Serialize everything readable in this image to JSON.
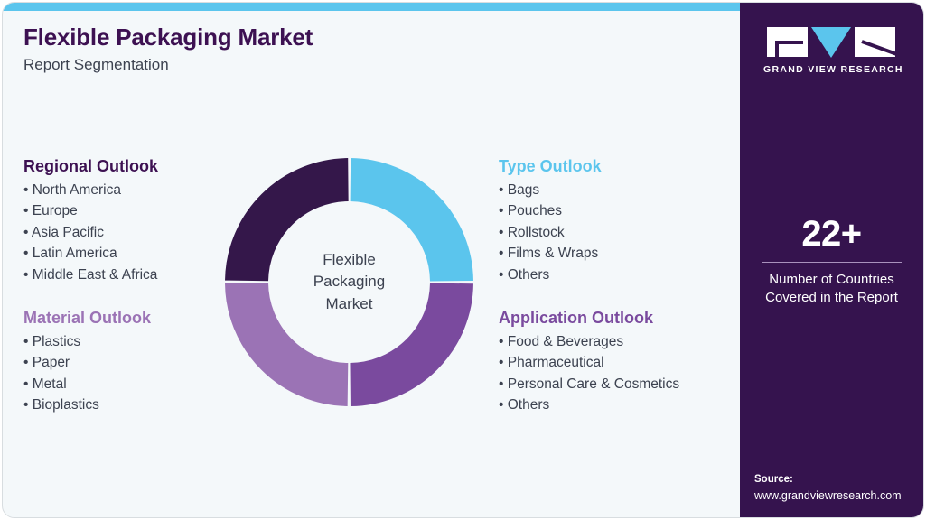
{
  "header": {
    "title": "Flexible Packaging Market",
    "subtitle": "Report Segmentation"
  },
  "brand": {
    "logo_text": "GRAND VIEW RESEARCH",
    "logo_letters": [
      "G",
      "V",
      "R"
    ]
  },
  "stat": {
    "value": "22+",
    "label_line1": "Number of Countries",
    "label_line2": "Covered in the Report"
  },
  "source": {
    "title": "Source:",
    "url": "www.grandviewresearch.com"
  },
  "donut": {
    "center_line1": "Flexible",
    "center_line2": "Packaging",
    "center_line3": "Market"
  },
  "outlooks": [
    {
      "id": "regional",
      "heading": "Regional Outlook",
      "color": "#3d1152",
      "items": [
        "North America",
        "Europe",
        "Asia Pacific",
        "Latin America",
        "Middle East & Africa"
      ]
    },
    {
      "id": "material",
      "heading": "Material Outlook",
      "color": "#9b73b5",
      "items": [
        "Plastics",
        "Paper",
        "Metal",
        "Bioplastics"
      ]
    },
    {
      "id": "type",
      "heading": "Type Outlook",
      "color": "#5bc5ed",
      "items": [
        "Bags",
        "Pouches",
        "Rollstock",
        "Films & Wraps",
        "Others"
      ]
    },
    {
      "id": "application",
      "heading": "Application Outlook",
      "color": "#7a4a9e",
      "items": [
        "Food & Beverages",
        "Pharmaceutical",
        "Personal Care & Cosmetics",
        "Others"
      ]
    }
  ],
  "chart_data": {
    "type": "pie",
    "title": "Flexible Packaging Market",
    "subtitle": "Report Segmentation",
    "categories": [
      "Type Outlook",
      "Application Outlook",
      "Material Outlook",
      "Regional Outlook"
    ],
    "values": [
      25,
      25,
      25,
      25
    ],
    "colors": [
      "#5bc5ed",
      "#7a4a9e",
      "#9b73b5",
      "#34174a"
    ],
    "legend": "none",
    "donut": true,
    "inner_radius_ratio": 0.66,
    "xlabel": "",
    "ylabel": ""
  },
  "theme": {
    "background": "#f4f8fa",
    "panel": "#35134e",
    "accent_cyan": "#5bc5ed",
    "accent_dark_purple": "#34174a",
    "accent_mid_purple": "#7a4a9e",
    "accent_light_purple": "#9b73b5",
    "text": "#3c4250"
  }
}
